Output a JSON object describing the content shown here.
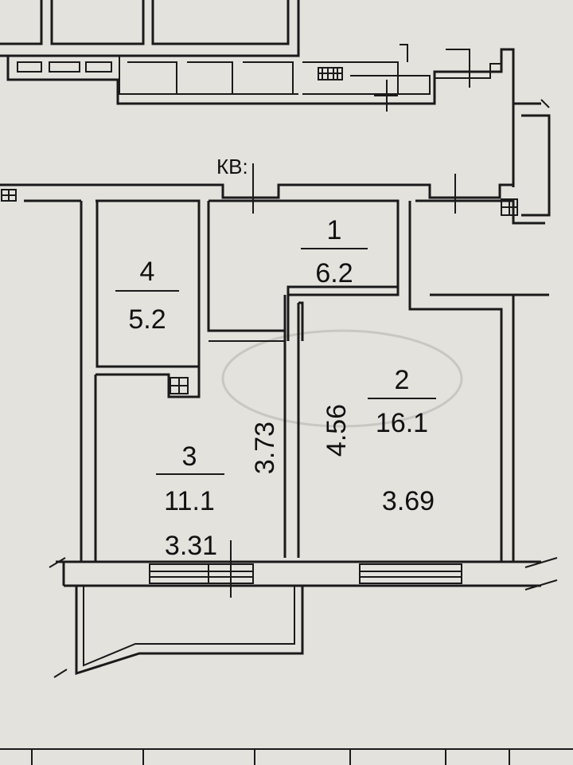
{
  "header": {
    "apartment_label": "КВ:"
  },
  "rooms": [
    {
      "id": "1",
      "number": "1",
      "area": "6.2"
    },
    {
      "id": "2",
      "number": "2",
      "area": "16.1",
      "dim_vertical": "4.56",
      "dim_horizontal": "3.69"
    },
    {
      "id": "3",
      "number": "3",
      "area": "11.1",
      "dim_vertical": "3.73",
      "dim_horizontal": "3.31"
    },
    {
      "id": "4",
      "number": "4",
      "area": "5.2"
    }
  ],
  "colors": {
    "background": "#e4e2dd",
    "lines": "#1a1a1a"
  }
}
